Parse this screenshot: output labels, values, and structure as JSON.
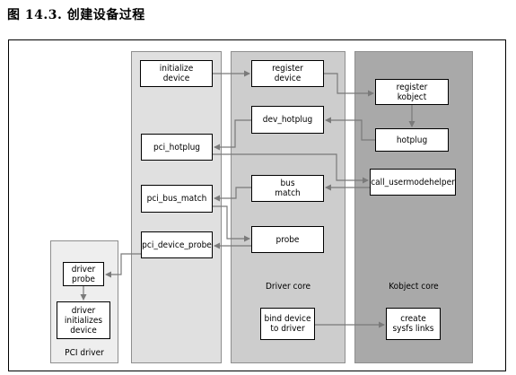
{
  "caption": "图 14.3. 创建设备过程",
  "columns": {
    "pci_driver": "PCI driver",
    "driver_core": "Driver core",
    "kobject_core": "Kobject core"
  },
  "boxes": {
    "initialize_device": [
      "initialize",
      "device"
    ],
    "pci_hotplug": [
      "pci_hotplug"
    ],
    "pci_bus_match": [
      "pci_bus_match"
    ],
    "pci_device_probe": [
      "pci_device_probe"
    ],
    "register_device": [
      "register",
      "device"
    ],
    "dev_hotplug": [
      "dev_hotplug"
    ],
    "bus_match": [
      "bus",
      "match"
    ],
    "probe": [
      "probe"
    ],
    "bind_device": [
      "bind device",
      "to driver"
    ],
    "register_kobject": [
      "register",
      "kobject"
    ],
    "hotplug": [
      "hotplug"
    ],
    "call_usermodehelper": [
      "call_usermodehelper"
    ],
    "create_sysfs_links": [
      "create",
      "sysfs links"
    ],
    "driver_probe": [
      "driver",
      "probe"
    ],
    "driver_initializes_device": [
      "driver",
      "initializes",
      "device"
    ]
  }
}
